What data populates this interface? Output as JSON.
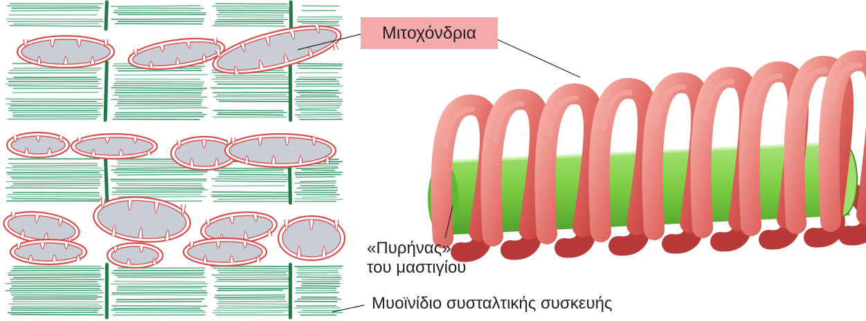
{
  "labels": {
    "mitochondria": "Μιτοχόνδρια",
    "flagellum_core_line1": "«Πυρήνας»",
    "flagellum_core_line2": "του μαστιγίου",
    "myofibril": "Μυοϊνίδιο συσταλτικής συσκευής"
  },
  "colors": {
    "myofibril_green": "#2e9460",
    "z_line_green": "#1f7a47",
    "mitochondria_outline": "#d84b4a",
    "mitochondria_matrix": "#c9cdd6",
    "label_highlight": "#f4a9ab",
    "coil_red": "#e0615e",
    "coil_highlight": "#f3a39d",
    "core_green": "#7fcf45",
    "core_green_light": "#b4e88a"
  }
}
